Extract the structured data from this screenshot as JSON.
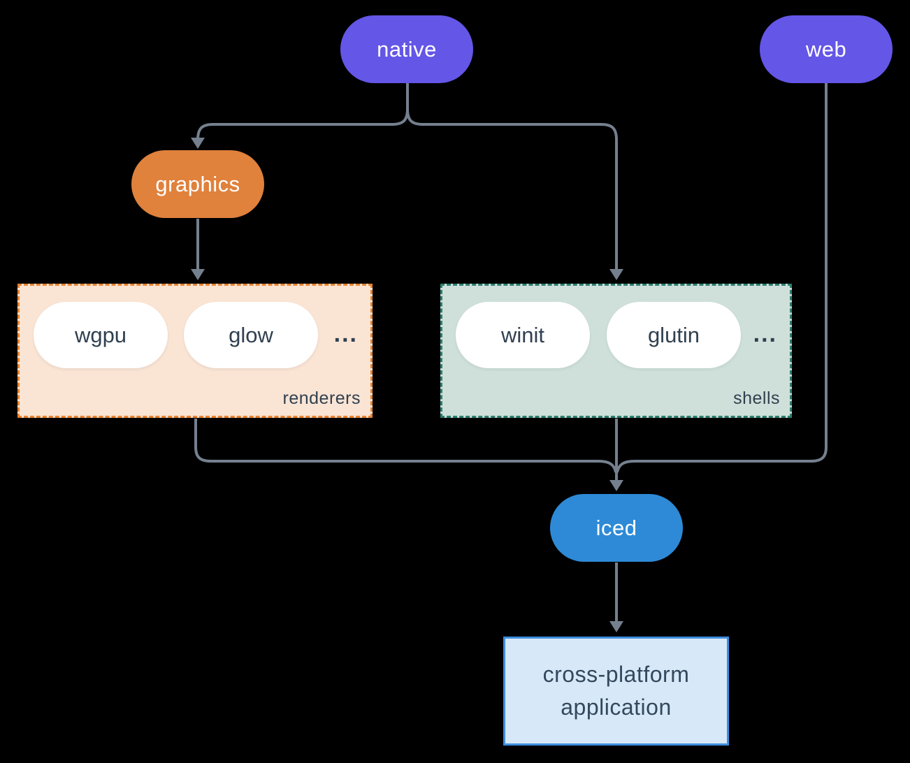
{
  "diagram": {
    "background_color": "#000000",
    "connector_color": "#75808F",
    "nodes": {
      "native": {
        "label": "native",
        "color": "#6456E7",
        "text_color": "#FFFFFF"
      },
      "web": {
        "label": "web",
        "color": "#6456E7",
        "text_color": "#FFFFFF"
      },
      "graphics": {
        "label": "graphics",
        "color": "#E0813C",
        "text_color": "#FFFFFF"
      },
      "iced": {
        "label": "iced",
        "color": "#2E8AD6",
        "text_color": "#FFFFFF"
      },
      "app": {
        "lines": [
          "cross-platform",
          "application"
        ],
        "fill": "#D7E8F8",
        "border_color": "#3E8EE0",
        "text_color": "#33485C"
      }
    },
    "groups": {
      "renderers": {
        "label": "renderers",
        "fill": "#FAE4D4",
        "border_color": "#E8822F",
        "items": [
          "wgpu",
          "glow"
        ],
        "more": "..."
      },
      "shells": {
        "label": "shells",
        "fill": "#CFE0DA",
        "border_color": "#2B7F6E",
        "items": [
          "winit",
          "glutin"
        ],
        "more": "..."
      }
    },
    "edges": [
      "native -> graphics",
      "native -> shells",
      "graphics -> renderers",
      "renderers -> iced",
      "shells -> iced",
      "web -> iced",
      "iced -> app"
    ]
  }
}
